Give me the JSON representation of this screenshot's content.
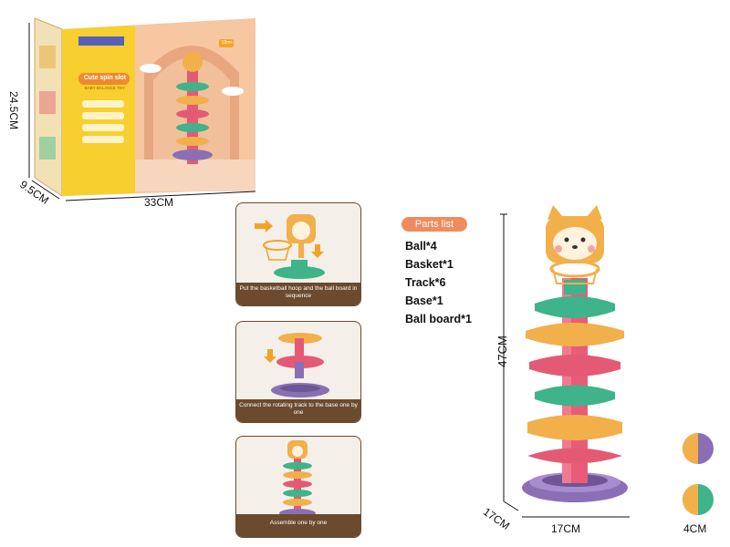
{
  "box": {
    "title": "Cute spin slot",
    "subtitle": "BABY BALANCE TOY",
    "age_badge": "18m+",
    "dim_height": "24.5CM",
    "dim_depth": "9.5CM",
    "dim_width": "33CM"
  },
  "steps": [
    {
      "caption": "Put the basketball hoop and the ball board in sequence"
    },
    {
      "caption": "Connect the rotating track to the base one by one"
    },
    {
      "caption": "Assemble one by one"
    }
  ],
  "parts": {
    "title": "Parts list",
    "items": [
      "Ball*4",
      "Basket*1",
      "Track*6",
      "Base*1",
      "Ball board*1"
    ]
  },
  "tower": {
    "dim_height": "47CM",
    "dim_depth": "17CM",
    "dim_width": "17CM"
  },
  "ball": {
    "dim": "4CM"
  },
  "colors": {
    "orange": "#f2b04a",
    "pink": "#e45a74",
    "green": "#3fb38a",
    "purple": "#8a6fb5",
    "brown": "#6b4a2e",
    "badge": "#f08b5f"
  }
}
